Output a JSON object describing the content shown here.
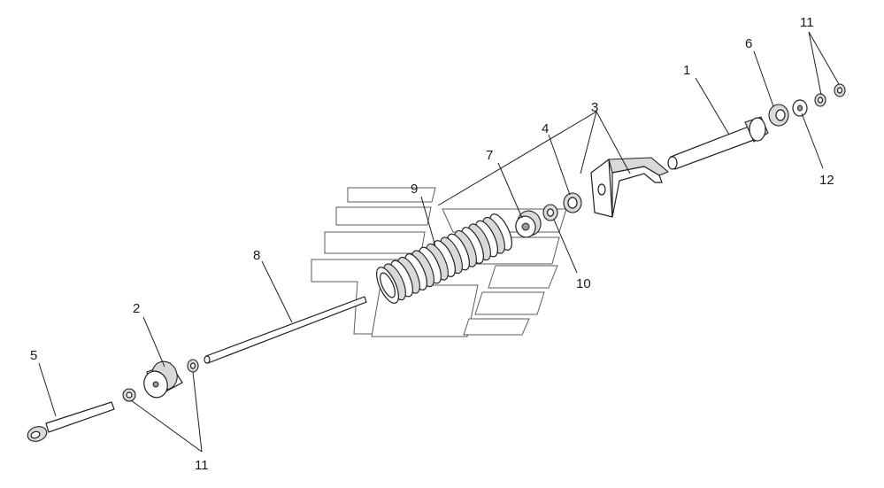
{
  "diagram": {
    "type": "exploded-assembly",
    "callouts": [
      {
        "id": "c1",
        "label": "1"
      },
      {
        "id": "c2",
        "label": "2"
      },
      {
        "id": "c3",
        "label": "3"
      },
      {
        "id": "c4",
        "label": "4"
      },
      {
        "id": "c5",
        "label": "5"
      },
      {
        "id": "c6",
        "label": "6"
      },
      {
        "id": "c7",
        "label": "7"
      },
      {
        "id": "c8",
        "label": "8"
      },
      {
        "id": "c9",
        "label": "9"
      },
      {
        "id": "c10",
        "label": "10"
      },
      {
        "id": "c11a",
        "label": "11"
      },
      {
        "id": "c11b",
        "label": "11"
      },
      {
        "id": "c12",
        "label": "12"
      }
    ],
    "colors": {
      "line": "#1f1f1f",
      "background": "#ffffff",
      "watermark": "#4a4a4a"
    },
    "watermark_icon": "grid-logo-watermark"
  }
}
